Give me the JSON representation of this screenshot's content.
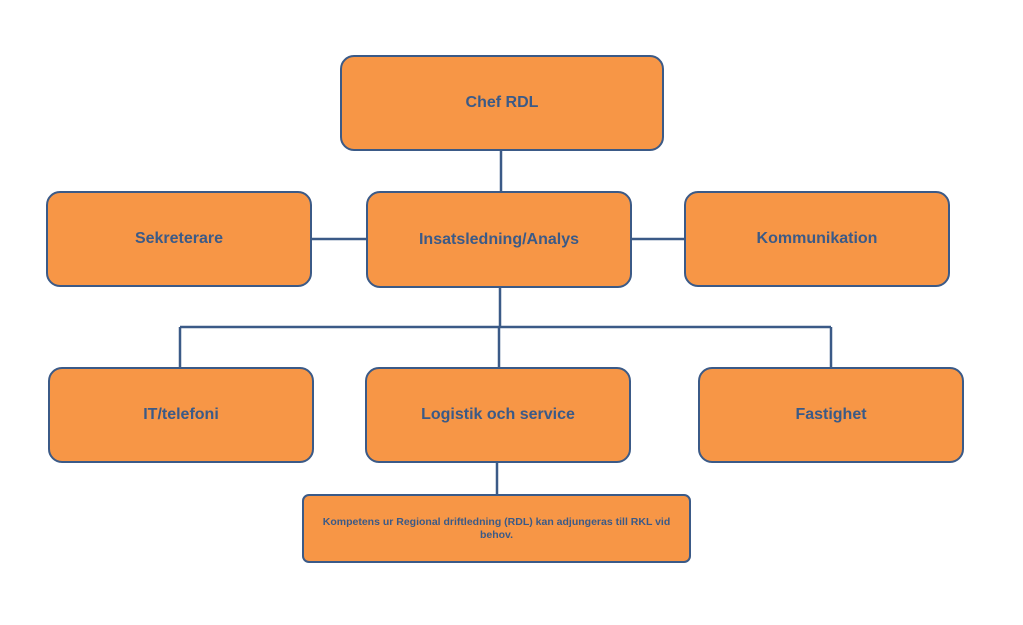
{
  "diagram": {
    "type": "organization-chart",
    "colors": {
      "box_fill": "#f79646",
      "box_border": "#3b5a87",
      "text": "#3b5a87",
      "connector": "#3b5a87"
    },
    "nodes": {
      "chef": {
        "label": "Chef RDL"
      },
      "insats": {
        "label": "Insatsledning/Analys"
      },
      "sekreterare": {
        "label": "Sekreterare"
      },
      "kommunikation": {
        "label": "Kommunikation"
      },
      "it": {
        "label": "IT/telefoni"
      },
      "logistik": {
        "label": "Logistik och service"
      },
      "fastighet": {
        "label": "Fastighet"
      },
      "note": {
        "label": "Kompetens ur Regional driftledning (RDL) kan adjungeras till RKL vid behov."
      }
    },
    "edges": [
      {
        "from": "chef",
        "to": "insats"
      },
      {
        "from": "insats",
        "to": "sekreterare"
      },
      {
        "from": "insats",
        "to": "kommunikation"
      },
      {
        "from": "insats",
        "to": "it"
      },
      {
        "from": "insats",
        "to": "logistik"
      },
      {
        "from": "insats",
        "to": "fastighet"
      },
      {
        "from": "logistik",
        "to": "note"
      }
    ]
  }
}
